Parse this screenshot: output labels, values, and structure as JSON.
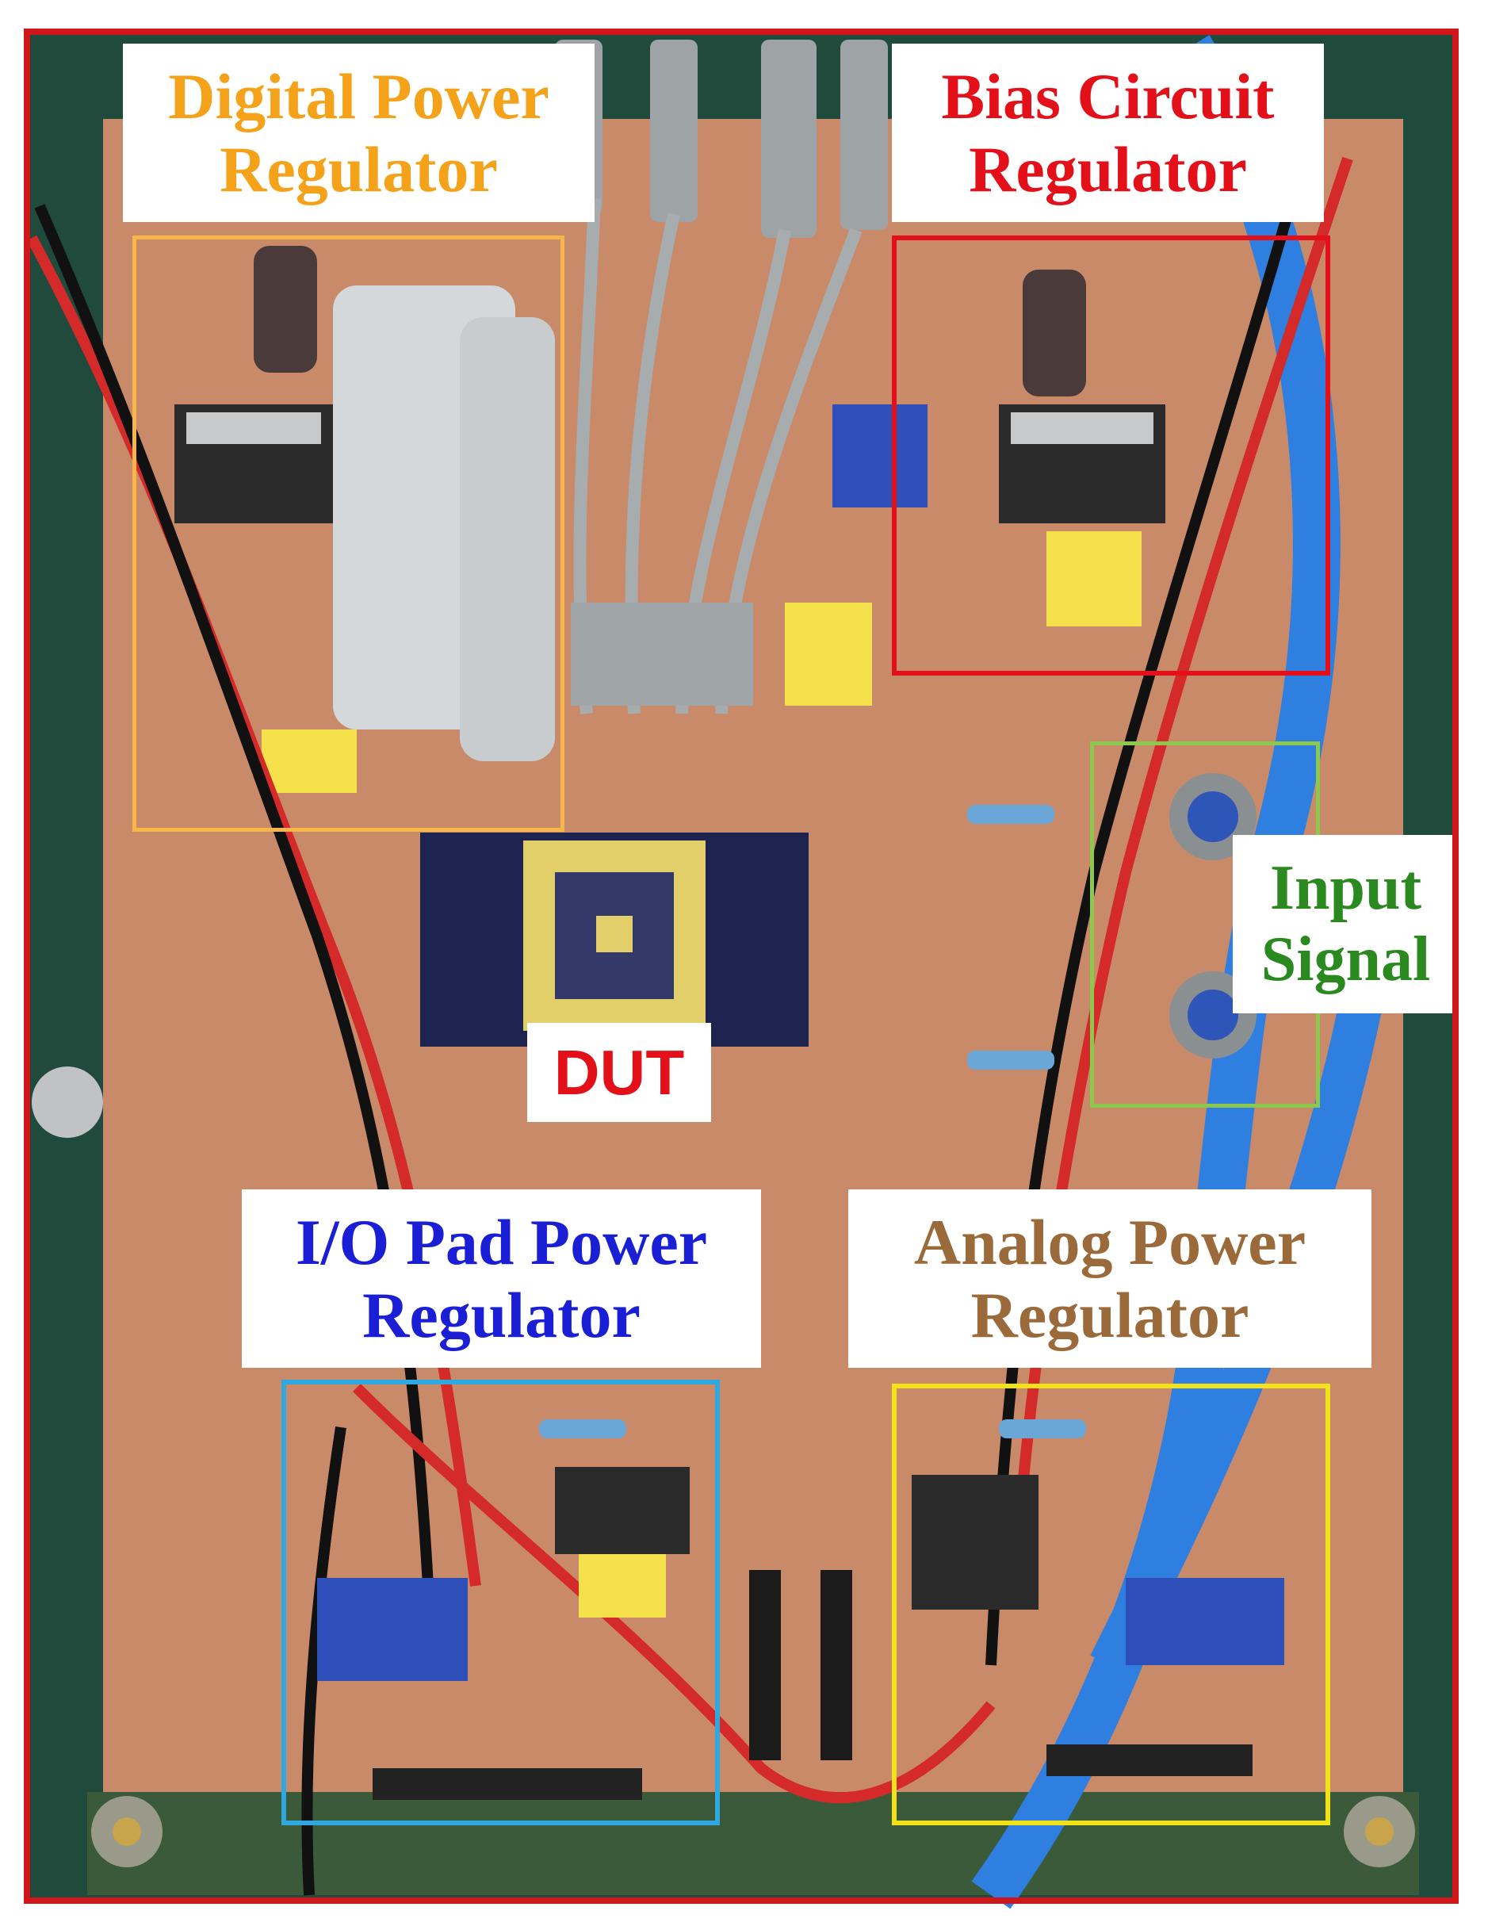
{
  "labels": {
    "digital": {
      "line1": "Digital Power",
      "line2": "Regulator",
      "color": "#f5a21b"
    },
    "bias": {
      "line1": "Bias Circuit",
      "line2": "Regulator",
      "color": "#e3101a"
    },
    "input": {
      "line1": "Input",
      "line2": "Signal",
      "color": "#2a8a1f"
    },
    "dut": {
      "text": "DUT",
      "color": "#e3101a"
    },
    "io": {
      "line1": "I/O Pad Power",
      "line2": "Regulator",
      "color": "#1a1fd6"
    },
    "analog": {
      "line1": "Analog Power",
      "line2": "Regulator",
      "color": "#9a6a3a"
    }
  },
  "regions": {
    "digital_color": "#f7b64a",
    "bias_color": "#e3101a",
    "input_color": "#8cc84b",
    "io_color": "#2fa8e0",
    "analog_color": "#f2e21a"
  }
}
